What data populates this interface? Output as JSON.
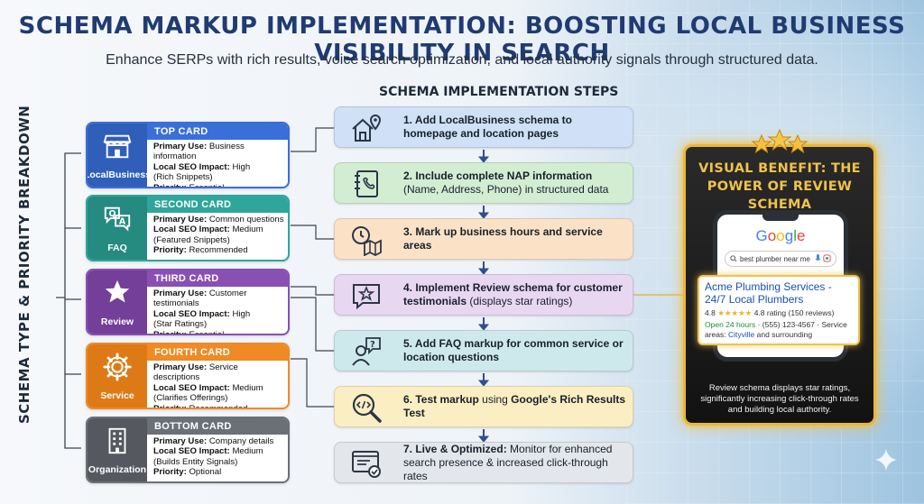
{
  "title": "SCHEMA MARKUP IMPLEMENTATION: BOOSTING LOCAL BUSINESS VISIBILITY IN SEARCH",
  "subtitle": "Enhance SERPs with rich results, voice search optimization, and local authority signals through structured data.",
  "vertical_label": "SCHEMA TYPE & PRIORITY BREAKDOWN",
  "labels": {
    "primary_use": "Primary Use:",
    "local_seo_impact": "Local SEO Impact:",
    "priority": "Priority:"
  },
  "cards": [
    {
      "header": "TOP CARD",
      "tile_label": "LocalBusiness",
      "icon": "storefront-icon",
      "color": "#3a6fd8",
      "tile_color": "#2f5fb8",
      "primary_use": "Business information",
      "impact": "High",
      "impact_note": "(Rich Snippets)",
      "priority": "Essential"
    },
    {
      "header": "SECOND CARD",
      "tile_label": "FAQ",
      "icon": "qa-bubbles-icon",
      "color": "#2fa69a",
      "tile_color": "#258a80",
      "primary_use": "Common questions",
      "impact": "Medium",
      "impact_note": "(Featured Snippets)",
      "priority": "Recommended"
    },
    {
      "header": "THIRD CARD",
      "tile_label": "Review",
      "icon": "star-icon",
      "color": "#8a4fb3",
      "tile_color": "#733f98",
      "primary_use": "Customer testimonials",
      "impact": "High",
      "impact_note": "(Star Ratings)",
      "priority": "Essential"
    },
    {
      "header": "FOURTH CARD",
      "tile_label": "Service",
      "icon": "gear-icon",
      "color": "#ef8a25",
      "tile_color": "#de7a16",
      "primary_use": "Service descriptions",
      "impact": "Medium",
      "impact_note": "(Clarifies Offerings)",
      "priority": "Recommended"
    },
    {
      "header": "BOTTOM CARD",
      "tile_label": "Organization",
      "icon": "building-icon",
      "color": "#6b6f76",
      "tile_color": "#55595f",
      "primary_use": "Company details",
      "impact": "Medium",
      "impact_note": "(Builds Entity Signals)",
      "priority": "Optional"
    }
  ],
  "steps_title": "SCHEMA IMPLEMENTATION STEPS",
  "steps": [
    {
      "bold": "1. Add LocalBusiness schema to homepage and location pages",
      "rest": "",
      "icon": "home-pin-icon",
      "color": "#cfe0f7"
    },
    {
      "bold": "2. Include complete NAP information",
      "rest": " (Name, Address, Phone) in structured data",
      "icon": "address-book-icon",
      "color": "#d3edd3"
    },
    {
      "bold": "3. Mark up business hours and service areas",
      "rest": "",
      "icon": "clock-map-icon",
      "color": "#fbe2c7"
    },
    {
      "bold": "4. Implement Review schema for customer testimonials",
      "rest": " (displays star ratings)",
      "icon": "review-star-icon",
      "color": "#e8d7f1"
    },
    {
      "bold": "5. Add FAQ markup for common service or location questions",
      "rest": "",
      "icon": "person-question-icon",
      "color": "#cde9ec"
    },
    {
      "bold": "6. Test markup",
      "rest": " using ",
      "bold2": "Google's Rich Results Test",
      "icon": "code-magnifier-icon",
      "color": "#fbeec2"
    },
    {
      "bold": "7. Live & Optimized:",
      "rest": " Monitor for enhanced search presence & increased click-through rates",
      "icon": "browser-check-icon",
      "color": "#e3e6ea"
    }
  ],
  "benefit": {
    "title_line1": "VISUAL BENEFIT: THE",
    "title_line2": "POWER OF REVIEW SCHEMA",
    "search_query": "best plumber near me",
    "google_logo": "Google",
    "result_title_line1": "Acme Plumbing Services -",
    "result_title_line2": "24/7 Local Plumbers",
    "rating_value": "4.8",
    "rating_text": "4.8 rating (150 reviews)",
    "info_open": "Open 24 hours",
    "info_phone": " · (555) 123-4567 · Service areas: ",
    "info_city": "Cityville",
    "info_tail": " and surrounding",
    "description": "Review schema displays star ratings, significantly increasing click-through rates and building local authority."
  }
}
